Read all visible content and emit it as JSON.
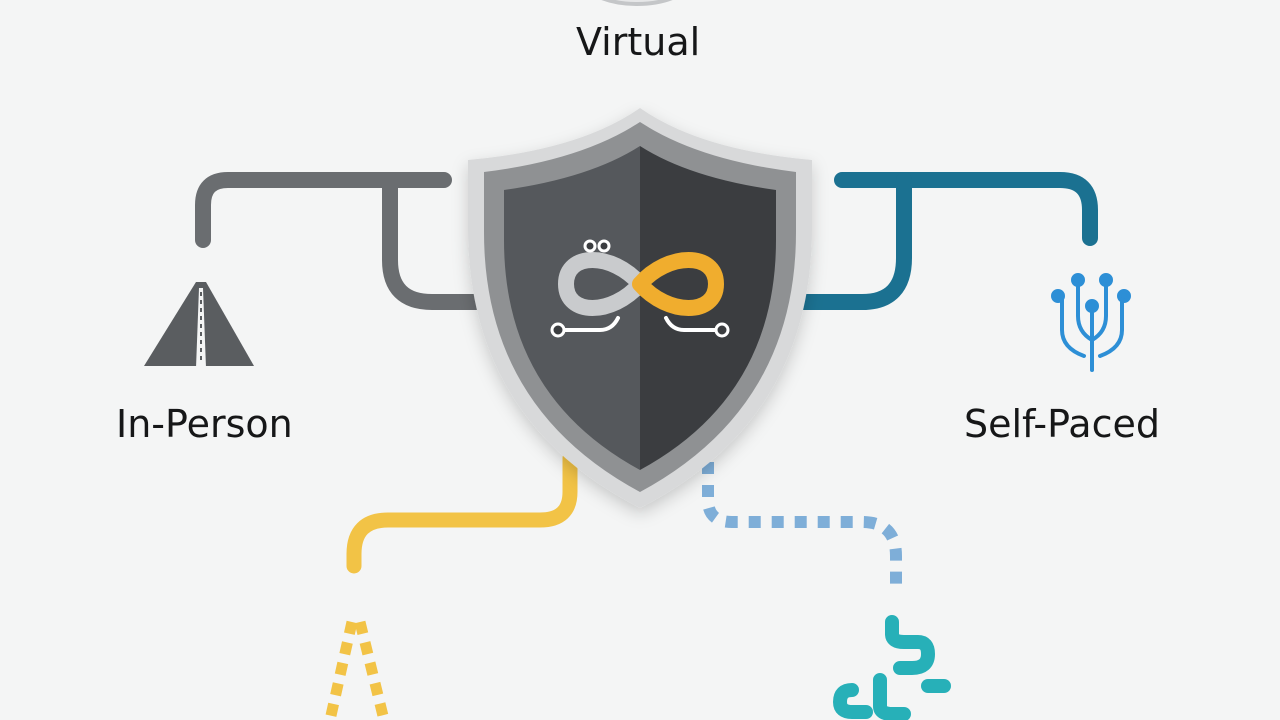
{
  "labels": {
    "virtual": "Virtual",
    "in_person": "In-Person",
    "self_paced": "Self-Paced"
  },
  "colors": {
    "background": "#f4f5f5",
    "gray_connector": "#6a6d70",
    "teal_connector": "#1b7191",
    "yellow_path": "#f2c346",
    "blue_dotted_path": "#7eaed8",
    "teal_squiggle": "#27b0b8",
    "shield_outer": "#d8d9da",
    "shield_ring": "#8f9193",
    "shield_inner_left": "#55585b",
    "shield_inner_right": "#3b3e41",
    "infinity_gray": "#c9cbcd",
    "infinity_yellow": "#f0ad2e",
    "circuit_icon_blue": "#2d8fd6"
  },
  "icons": {
    "top": "circle-badge-icon",
    "left": "road-icon",
    "right": "circuit-tree-icon",
    "center": "shield-infinity-icon",
    "bottom_left": "dashed-road-icon",
    "bottom_right": "squiggle-icon"
  }
}
